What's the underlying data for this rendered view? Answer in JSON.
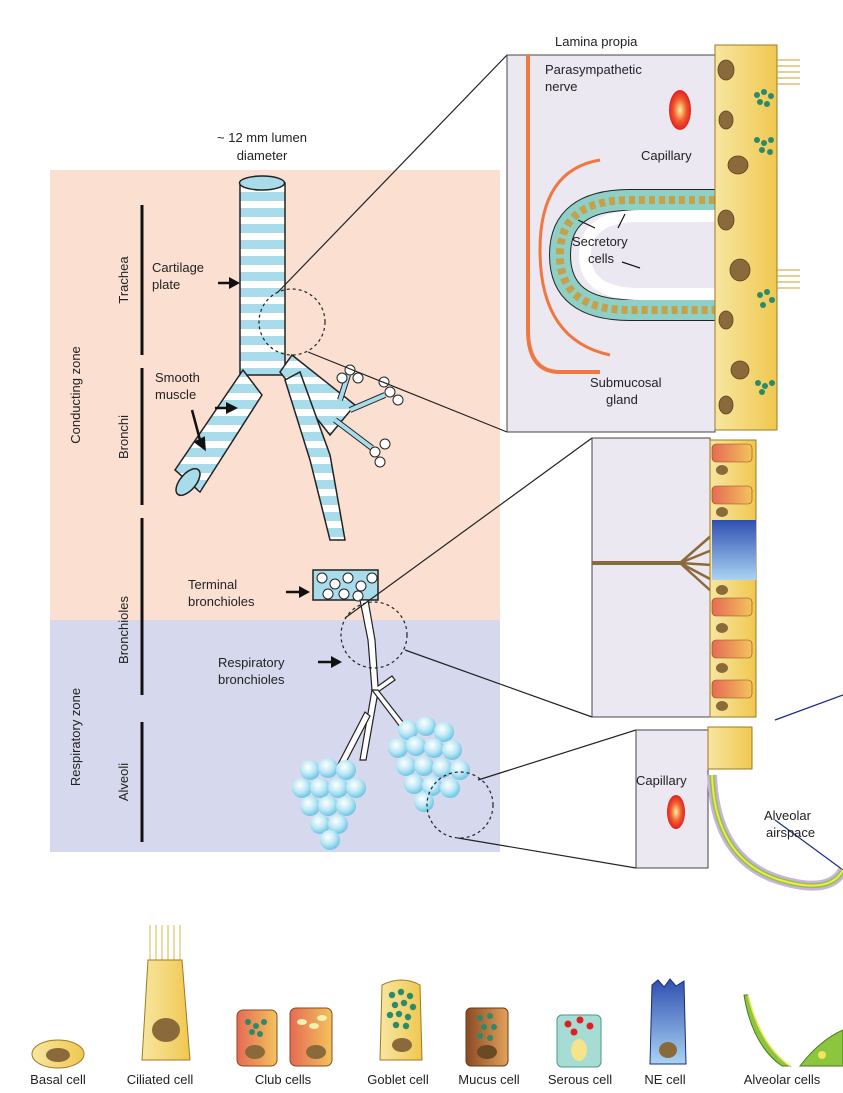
{
  "zones": {
    "conducting": {
      "label": "Conducting zone",
      "color": "#fbe0d2"
    },
    "respiratory": {
      "label": "Respiratory zone",
      "color": "#d6d9ee"
    }
  },
  "segments": {
    "trachea": "Trachea",
    "bronchi": "Bronchi",
    "bronchioles": "Bronchioles",
    "alveoli": "Alveoli"
  },
  "airway_labels": {
    "lumen_line1": "~ 12 mm lumen",
    "lumen_line2": "diameter",
    "cartilage_line1": "Cartilage",
    "cartilage_line2": "plate",
    "smooth_line1": "Smooth",
    "smooth_line2": "muscle",
    "terminal_line1": "Terminal",
    "terminal_line2": "bronchioles",
    "respiratory_line1": "Respiratory",
    "respiratory_line2": "bronchioles"
  },
  "detail_labels": {
    "lamina": "Lamina propia",
    "nerve_line1": "Parasympathetic",
    "nerve_line2": "nerve",
    "capillary": "Capillary",
    "secretory_line1": "Secretory",
    "secretory_line2": "cells",
    "gland_line1": "Submucosal",
    "gland_line2": "gland",
    "capillary2": "Capillary",
    "airspace_line1": "Alveolar",
    "airspace_line2": "airspace"
  },
  "cell_legend": [
    "Basal cell",
    "Ciliated cell",
    "Club cells",
    "Goblet cell",
    "Mucus cell",
    "Serous cell",
    "NE cell",
    "Alveolar cells"
  ],
  "colors": {
    "cartilage": "#a9dcea",
    "cell_yellow": "#f2d36b",
    "nucleus": "#8a6a3a",
    "granule": "#2a8a6a",
    "nerve": "#f07840",
    "box_fill": "#ece8f2"
  }
}
